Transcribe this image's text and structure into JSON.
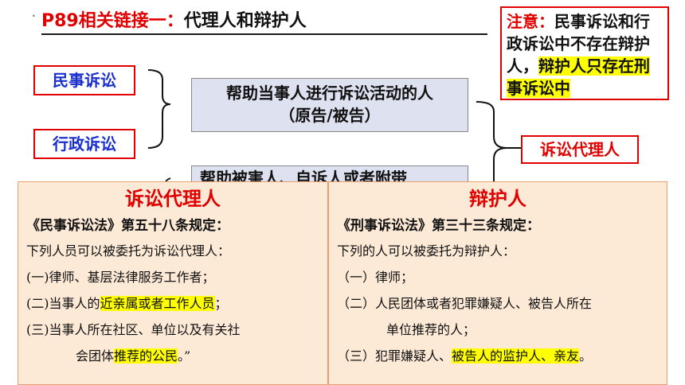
{
  "title": {
    "prefix": "P89相关链接一：",
    "main": "代理人和辩护人"
  },
  "note": {
    "label": "注意：",
    "text1": "民事诉讼和行政诉讼中不存在辩护人，",
    "highlight": "辩护人只存在刑事诉讼中"
  },
  "left_boxes": {
    "civil": "民事诉讼",
    "admin": "行政诉讼"
  },
  "center": {
    "line1": "帮助当事人进行诉讼活动的人",
    "line2": "（原告/被告）",
    "second_partial": "帮助被害人、自诉人或者附带"
  },
  "agent_label": "诉讼代理人",
  "panel_left": {
    "title": "诉讼代理人",
    "law": "《民事诉讼法》第五十八条规定：",
    "intro": "下列人员可以被委托为诉讼代理人：",
    "item1": "(一)律师、基层法律服务工作者；",
    "item2_pre": "(二)当事人的",
    "item2_hl": "近亲属或者工作人员",
    "item2_post": "；",
    "item3": "(三)当事人所在社区、单位以及有关社",
    "item3_cont_pre": "会团体",
    "item3_cont_hl": "推荐的公民",
    "item3_cont_post": "。”"
  },
  "panel_right": {
    "title": "辩护人",
    "law": "《刑事诉讼法》第三十三条规定：",
    "intro": "下列的人可以被委托为辩护人：",
    "item1": "（一）律师；",
    "item2": "（二）人民团体或者犯罪嫌疑人、被告人所在",
    "item2_cont": "单位推荐的人；",
    "item3_pre": "（三）犯罪嫌疑人、",
    "item3_hl": "被告人的监护人、亲友",
    "item3_post": "。"
  },
  "colors": {
    "red": "#e00000",
    "blue_text": "#1a2fcf",
    "panel_bg": "#fce9d6",
    "center_box_bg": "#dde1f0",
    "highlight": "#ffff00"
  }
}
